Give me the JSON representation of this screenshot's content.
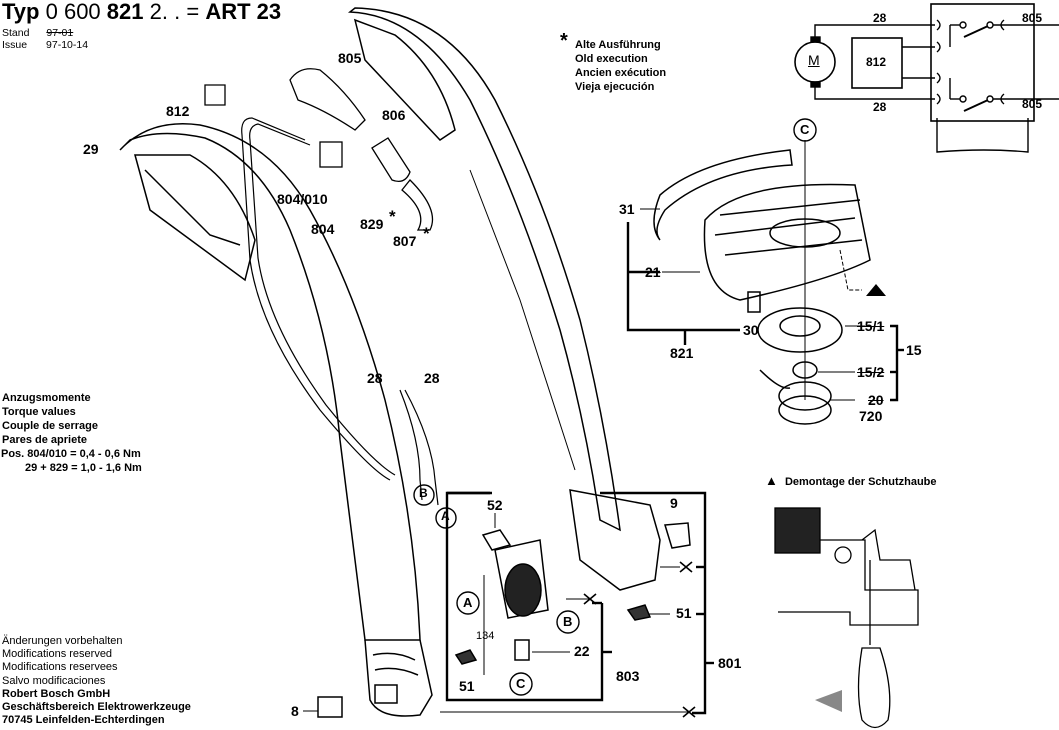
{
  "header": {
    "typ_prefix": "Typ",
    "part_number_a": "0 600",
    "part_number_b": "821",
    "part_suffix": "2. . =",
    "model": "ART 23",
    "stand_label": "Stand",
    "issue_label": "Issue",
    "old_date": "97-01",
    "issue_date": "97-10-14"
  },
  "legend_old": {
    "star": "*",
    "lines": [
      "Alte Ausführung",
      "Old execution",
      "Ancien exécution",
      "Vieja ejecución"
    ]
  },
  "torque": {
    "lines": [
      "Anzugsmomente",
      "Torque values",
      "Couple de serrage",
      "Pares de apriete"
    ],
    "values": [
      "Pos. 804/010 = 0,4 - 0,6 Nm",
      "29 + 829 = 1,0 - 1,6 Nm"
    ]
  },
  "footer": {
    "lines": [
      "Änderungen vorbehalten",
      "Modifications reserved",
      "Modifications reservees",
      "Salvo modificaciones"
    ],
    "company": [
      "Robert Bosch GmbH",
      "Geschäftsbereich Elektrowerkzeuge",
      "70745 Leinfelden-Echterdingen"
    ]
  },
  "demontage": {
    "label": "Demontage der Schutzhaube"
  },
  "wiring": {
    "motor": "M",
    "capacitor": "812",
    "wire_top": "28",
    "wire_bottom": "28",
    "plug_top": "805",
    "plug_bottom": "805"
  },
  "parts": {
    "p812": "812",
    "p805": "805",
    "p806": "806",
    "p29": "29",
    "p804_010": "804/010",
    "p804": "804",
    "p829": "829",
    "p807": "807",
    "star": "*",
    "p28a": "28",
    "p28b": "28",
    "callout_b": "B",
    "callout_a": "A",
    "callout_c": "C",
    "p31": "31",
    "p21": "21",
    "p30": "30",
    "p821": "821",
    "p15_1": "15/1",
    "p15_2": "15/2",
    "p15": "15",
    "p20": "20",
    "p720": "720",
    "p52": "52",
    "p9": "9",
    "p51a": "51",
    "p51b": "51",
    "p22": "22",
    "p803": "803",
    "p801": "801",
    "p134": "134",
    "p8": "8"
  }
}
